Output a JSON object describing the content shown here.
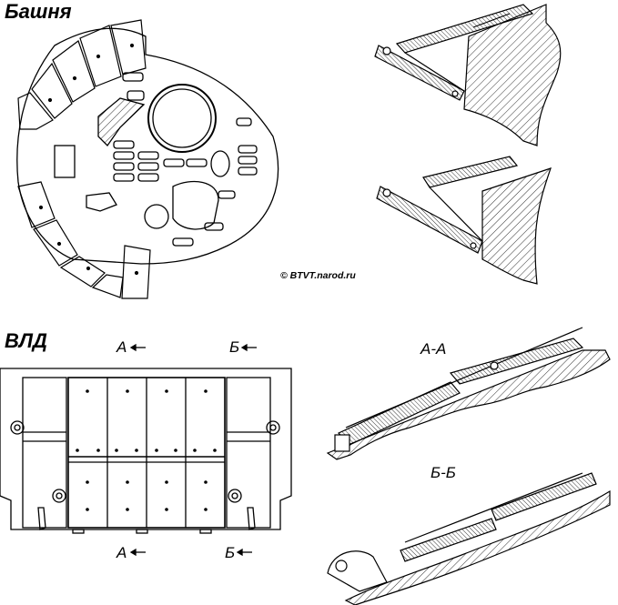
{
  "headings": {
    "turret": "Башня",
    "ufp": "ВЛД"
  },
  "copyright": "© BTVT.narod.ru",
  "ufp_view": {
    "cut_a_top": "А",
    "cut_b_top": "Б",
    "cut_a_bottom": "А",
    "cut_b_bottom": "Б"
  },
  "sections": {
    "aa": "А-А",
    "bb": "Б-Б"
  },
  "colors": {
    "line": "#000000",
    "background": "#ffffff"
  }
}
